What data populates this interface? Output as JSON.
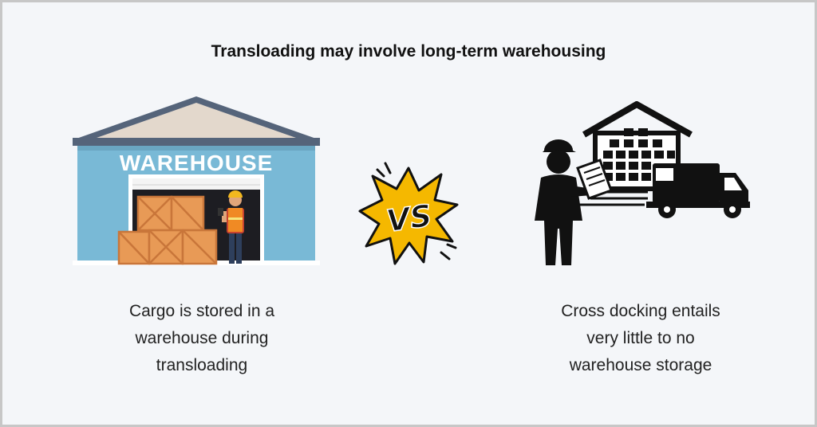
{
  "title": "Transloading may involve long-term warehousing",
  "left": {
    "sign": "WAREHOUSE",
    "caption_lines": [
      "Cargo is stored in a",
      "warehouse during",
      "transloading"
    ]
  },
  "vs_label": "VS",
  "right": {
    "caption_lines": [
      "Cross docking entails",
      "very little to no",
      "warehouse storage"
    ]
  },
  "colors": {
    "background": "#f4f6f9",
    "warehouse_wall": "#79b9d6",
    "roof": "#59687a",
    "crate": "#e89a56",
    "burst": "#f5b800",
    "silhouette": "#111111"
  }
}
